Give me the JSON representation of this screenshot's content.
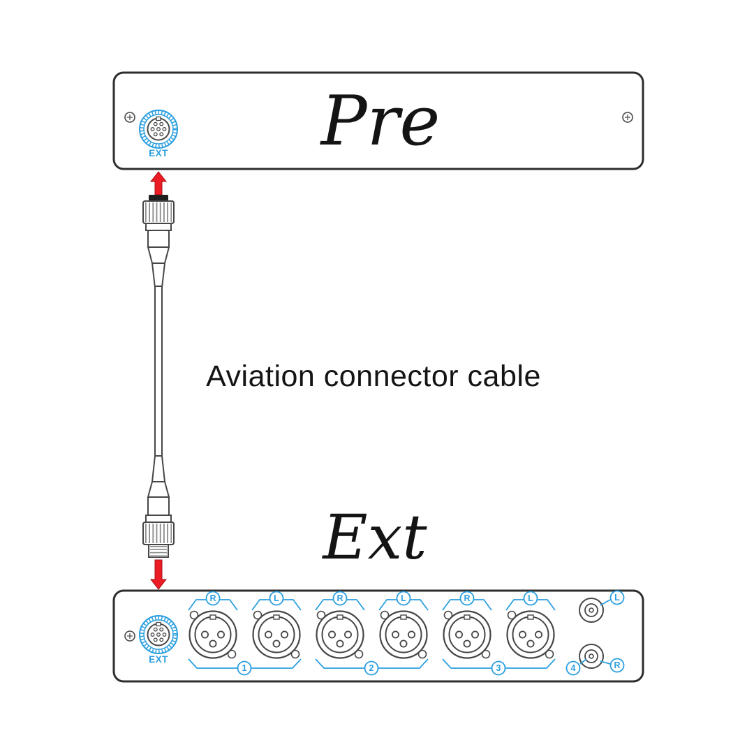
{
  "diagram": {
    "top_panel": {
      "title": "Pre",
      "port_label": "EXT"
    },
    "cable": {
      "label": "Aviation connector cable"
    },
    "bottom_panel": {
      "title": "Ext",
      "port_label": "EXT",
      "xlr_groups": [
        {
          "number": "1",
          "channels": [
            "R",
            "L"
          ]
        },
        {
          "number": "2",
          "channels": [
            "R",
            "L"
          ]
        },
        {
          "number": "3",
          "channels": [
            "R",
            "L"
          ]
        }
      ],
      "rca_group": {
        "number": "4",
        "top_channel": "L",
        "bottom_channel": "R"
      }
    },
    "colors": {
      "accent_blue": "#2b9fe0",
      "arrow_red": "#ec1c24",
      "outline": "#464646",
      "panel_outline": "#2d2d2d"
    }
  }
}
